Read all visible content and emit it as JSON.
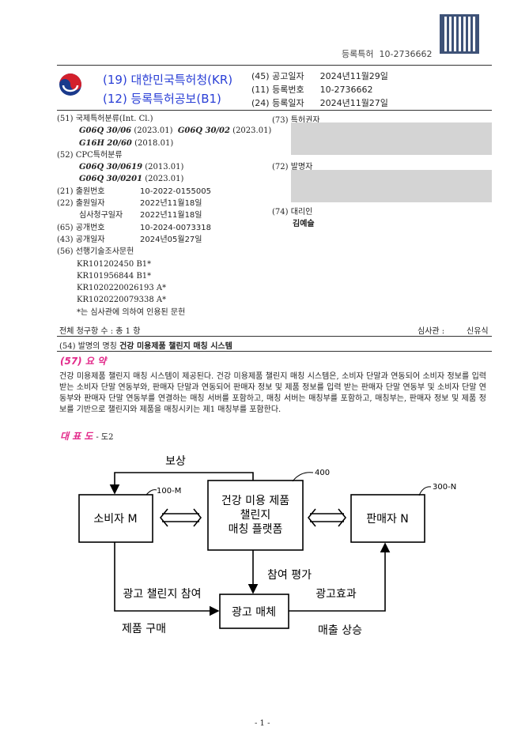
{
  "header": {
    "doc_label": "등록특허",
    "doc_number": "10-2736662"
  },
  "office": {
    "line1": "(19) 대한민국특허청(KR)",
    "line2": "(12) 등록특허공보(B1)"
  },
  "pub_info": [
    {
      "code": "(45)",
      "label": "공고일자",
      "value": "2024년11월29일"
    },
    {
      "code": "(11)",
      "label": "등록번호",
      "value": "10-2736662"
    },
    {
      "code": "(24)",
      "label": "등록일자",
      "value": "2024년11월27일"
    }
  ],
  "left": {
    "ipc_label": "(51) 국제특허분류(Int. Cl.)",
    "ipc": [
      {
        "code": "G06Q 30/06",
        "year": "(2023.01)"
      },
      {
        "code": "G06Q 30/02",
        "year": "(2023.01)"
      },
      {
        "code": "G16H 20/60",
        "year": "(2018.01)"
      }
    ],
    "cpc_label": "(52) CPC특허분류",
    "cpc": [
      {
        "code": "G06Q 30/0619",
        "year": "(2013.01)"
      },
      {
        "code": "G06Q 30/0201",
        "year": "(2023.01)"
      }
    ],
    "fields": [
      {
        "label": "(21) 출원번호",
        "value": "10-2022-0155005"
      },
      {
        "label": "(22) 출원일자",
        "value": "2022년11월18일"
      },
      {
        "label": "심사청구일자",
        "value": "2022년11월18일"
      },
      {
        "label": "(65) 공개번호",
        "value": "10-2024-0073318"
      },
      {
        "label": "(43) 공개일자",
        "value": "2024년05월27일"
      }
    ],
    "prior_art_label": "(56) 선행기술조사문헌",
    "prior_art": [
      "KR101202450 B1*",
      "KR101956844 B1*",
      "KR1020220026193 A*",
      "KR1020220079338 A*"
    ],
    "prior_art_note": "*는 심사관에 의하여 인용된 문헌"
  },
  "right": {
    "owner_label": "(73) 특허권자",
    "inventor_label": "(72) 발명자",
    "agent_label": "(74) 대리인",
    "agent": "김예슬"
  },
  "claims": {
    "text": "전체 청구항 수 : 총  1  항",
    "examiner_label": "심사관 :",
    "examiner": "신유식"
  },
  "title": {
    "label": "(54) 발명의 명칭",
    "value": "건강 미용제품 챌린지 매칭 시스템"
  },
  "abstract": {
    "heading": "(57) 요 약",
    "text": "건강 미용제품 챌린지 매칭 시스템이 제공된다. 건강 미용제품 챌린지 매칭 시스템은, 소비자 단말과 연동되어 소비자 정보를 입력 받는 소비자 단말 연동부와, 판매자 단말과 연동되어 판매자 정보 및 제품 정보를 입력 받는 판매자 단말 연동부 및 소비자 단말 연동부와 판매자 단말 연동부를 연결하는 매칭 서버를 포함하고, 매칭 서버는 매칭부를 포함하고, 매칭부는, 판매자 정보 및 제품 정보를 기반으로 챌린지와 제품을 매칭시키는 제1 매칭부를 포함한다."
  },
  "rep_drawing": {
    "label": "대 표 도",
    "value": "- 도2"
  },
  "diagram": {
    "consumer": "소비자 M",
    "consumer_ref": "100-M",
    "platform": [
      "건강 미용 제품",
      "챌린지",
      "매칭 플랫폼"
    ],
    "platform_ref": "400",
    "seller": "판매자 N",
    "seller_ref": "300-N",
    "media": "광고 매체",
    "reward": "보상",
    "eval": "참여 평가",
    "ad_challenge": "광고 챌린지 참여",
    "purchase": "제품 구매",
    "ad_effect": "광고효과",
    "sales": "매출 상승"
  },
  "footer": {
    "page": "- 1 -"
  }
}
